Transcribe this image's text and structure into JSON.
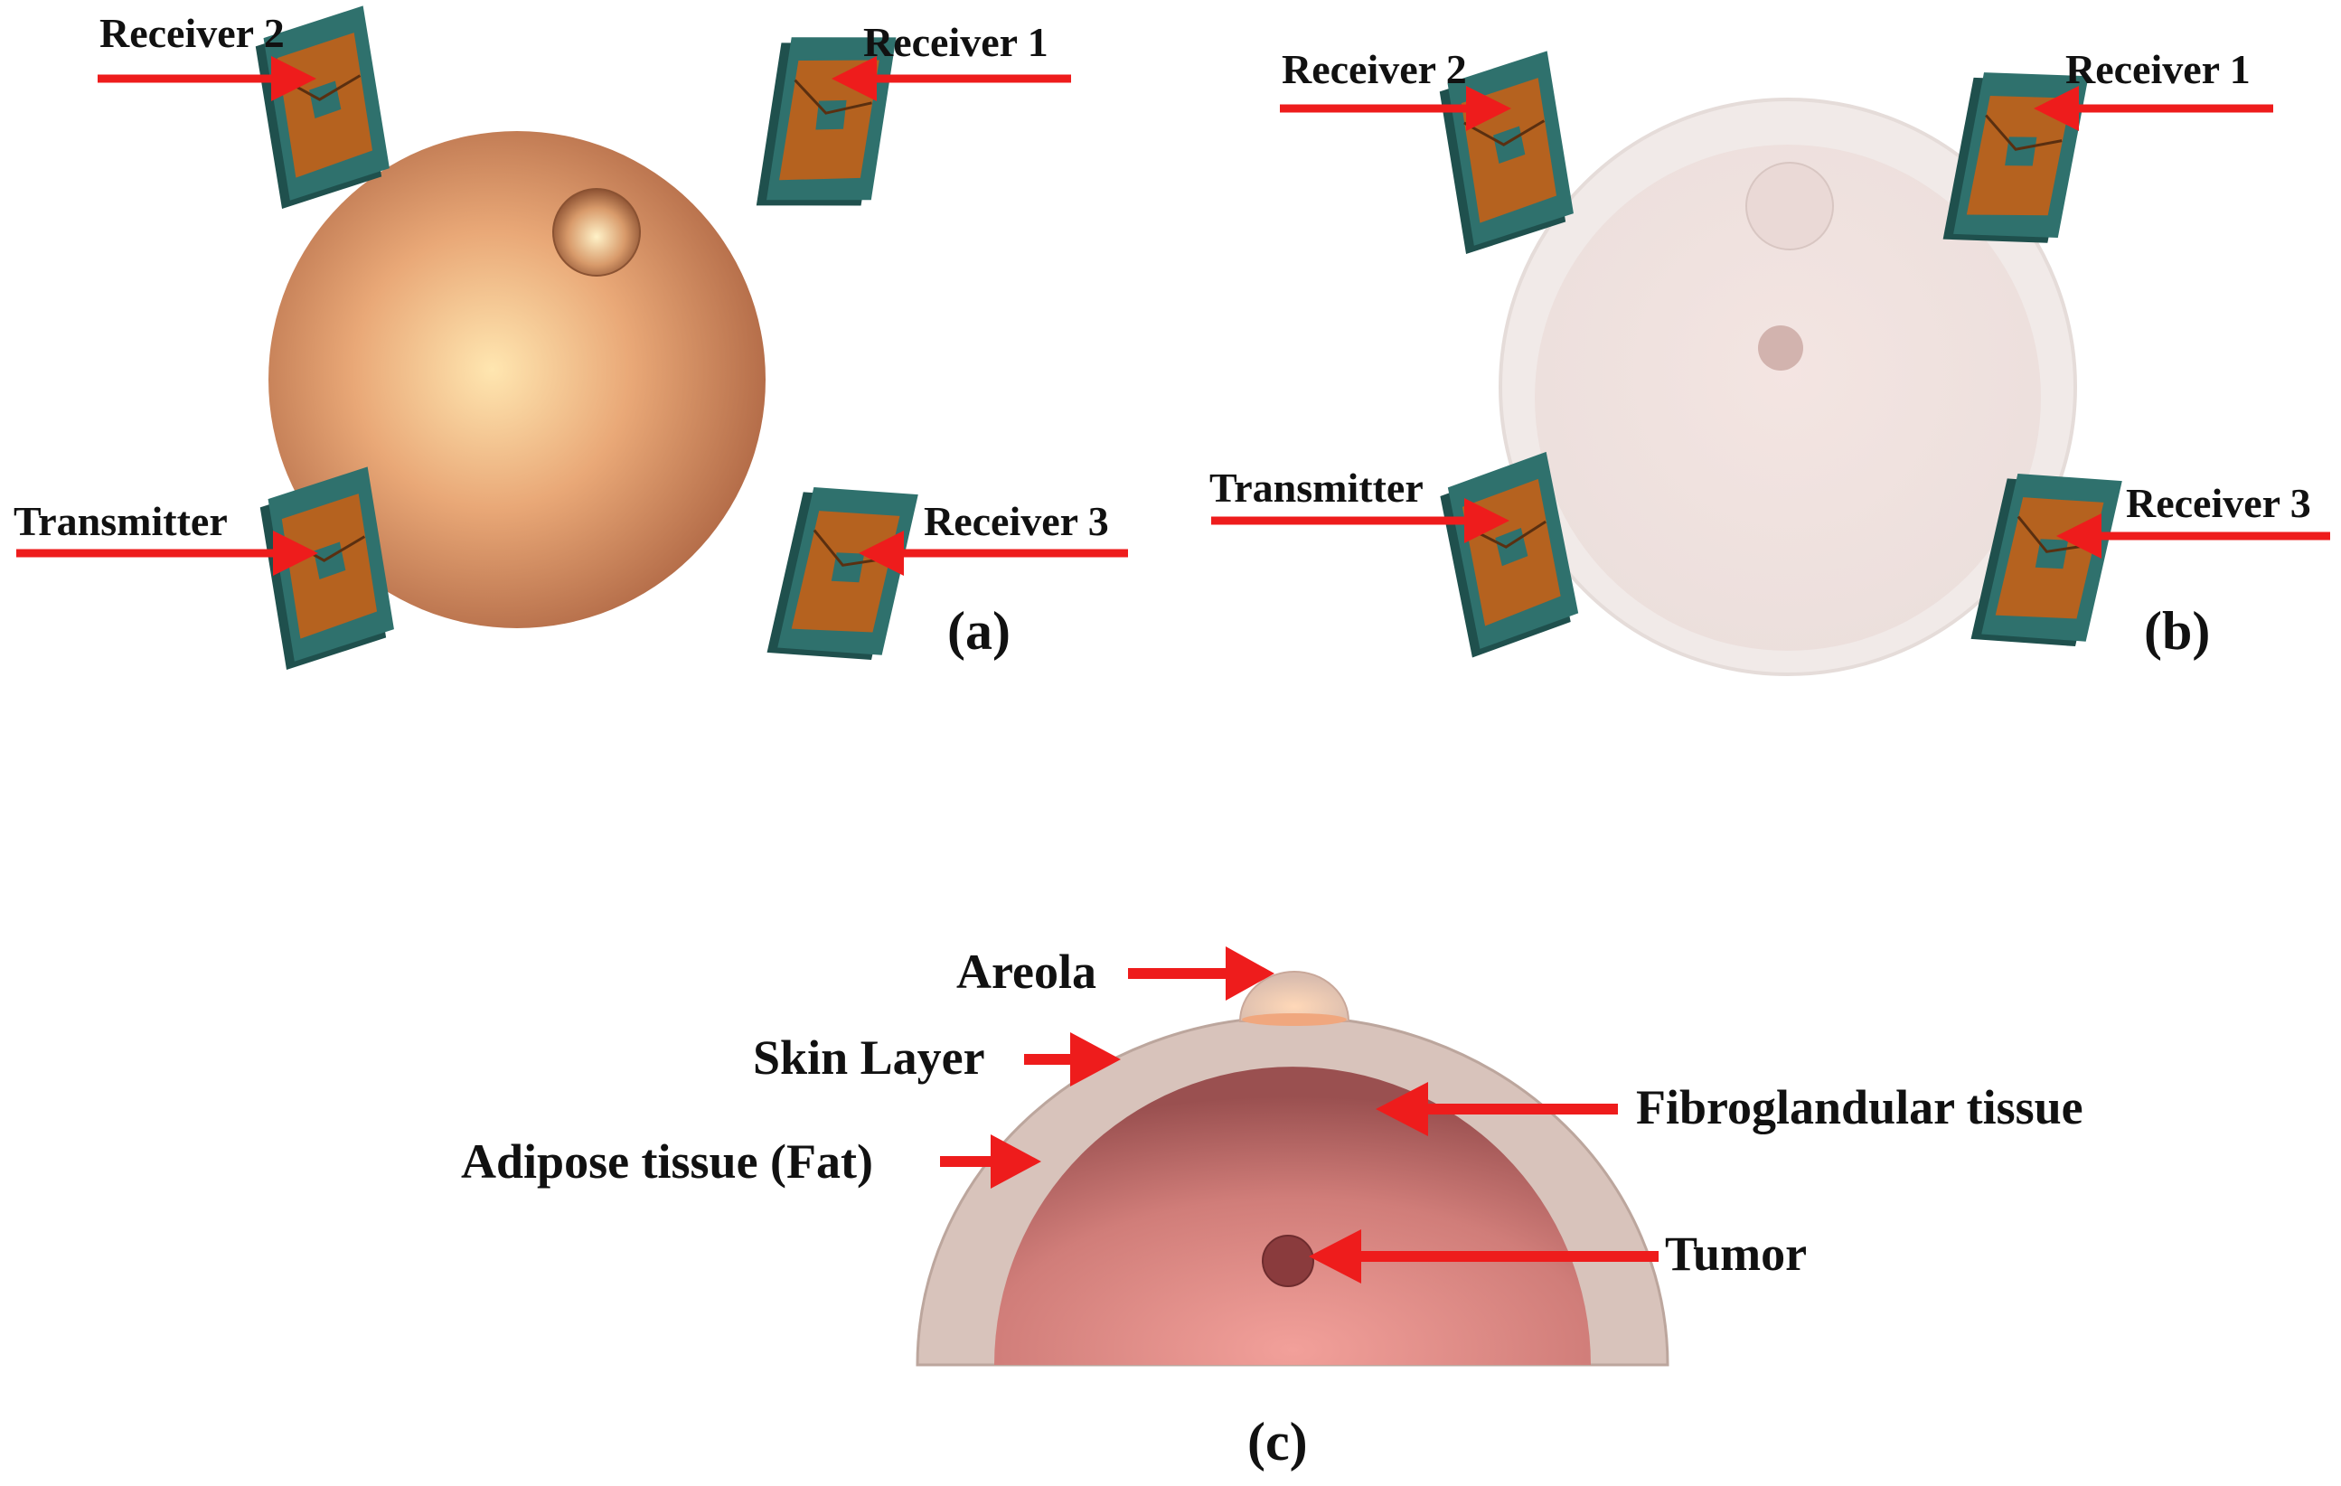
{
  "panel_a": {
    "tag": "(a)",
    "labels": {
      "receiver1": "Receiver 1",
      "receiver2": "Receiver 2",
      "receiver3": "Receiver 3",
      "transmitter": "Transmitter"
    }
  },
  "panel_b": {
    "tag": "(b)",
    "labels": {
      "receiver1": "Receiver 1",
      "receiver2": "Receiver 2",
      "receiver3": "Receiver 3",
      "transmitter": "Transmitter"
    }
  },
  "panel_c": {
    "tag": "(c)",
    "labels": {
      "areola": "Areola",
      "skin": "Skin Layer",
      "fat": "Adipose tissue (Fat)",
      "fibro": "Fibroglandular tissue",
      "tumor": "Tumor"
    }
  },
  "colors": {
    "arrow": "#ee1c1c",
    "antenna_board": "#2d6a67",
    "antenna_patch": "#b5621f",
    "sphere": "#d7926a",
    "transparent_sphere": "#f3e7e4",
    "skin": "#d6c0b8",
    "fibroglandular": "#d98a86",
    "tumor": "#8a3b3d"
  }
}
